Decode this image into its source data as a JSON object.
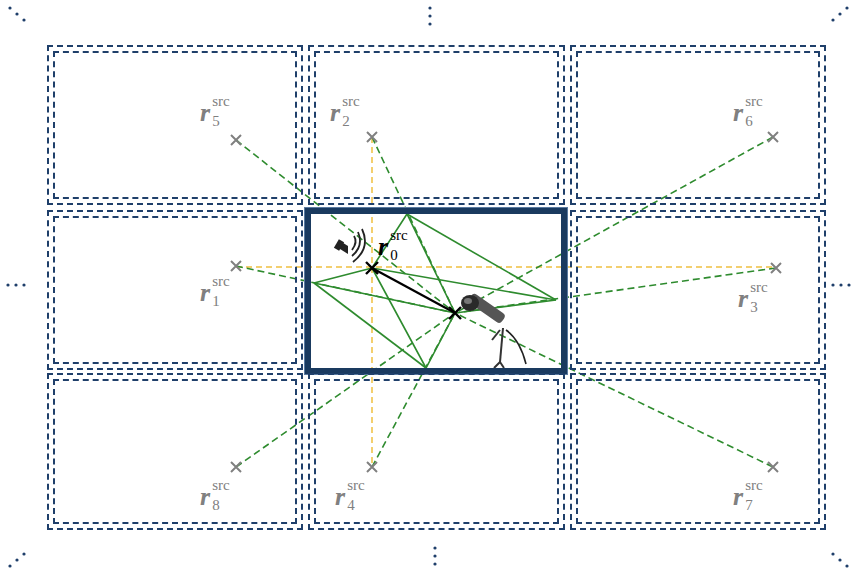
{
  "diagram": {
    "nodes": [
      {
        "text": [
          "r",
          "src",
          "5"
        ]
      },
      {
        "text": [
          "r",
          "src",
          "2"
        ]
      },
      {
        "text": [
          "r",
          "src",
          "6"
        ]
      },
      {
        "text": [
          "r",
          "src",
          "1"
        ]
      },
      {
        "text": [
          "r",
          "src",
          "0"
        ]
      },
      {
        "text": [
          "r",
          "src",
          "3"
        ]
      },
      {
        "text": [
          "r",
          "src",
          "8"
        ]
      },
      {
        "text": [
          "r",
          "src",
          "4"
        ]
      },
      {
        "text": [
          "r",
          "src",
          "7"
        ]
      }
    ]
  }
}
